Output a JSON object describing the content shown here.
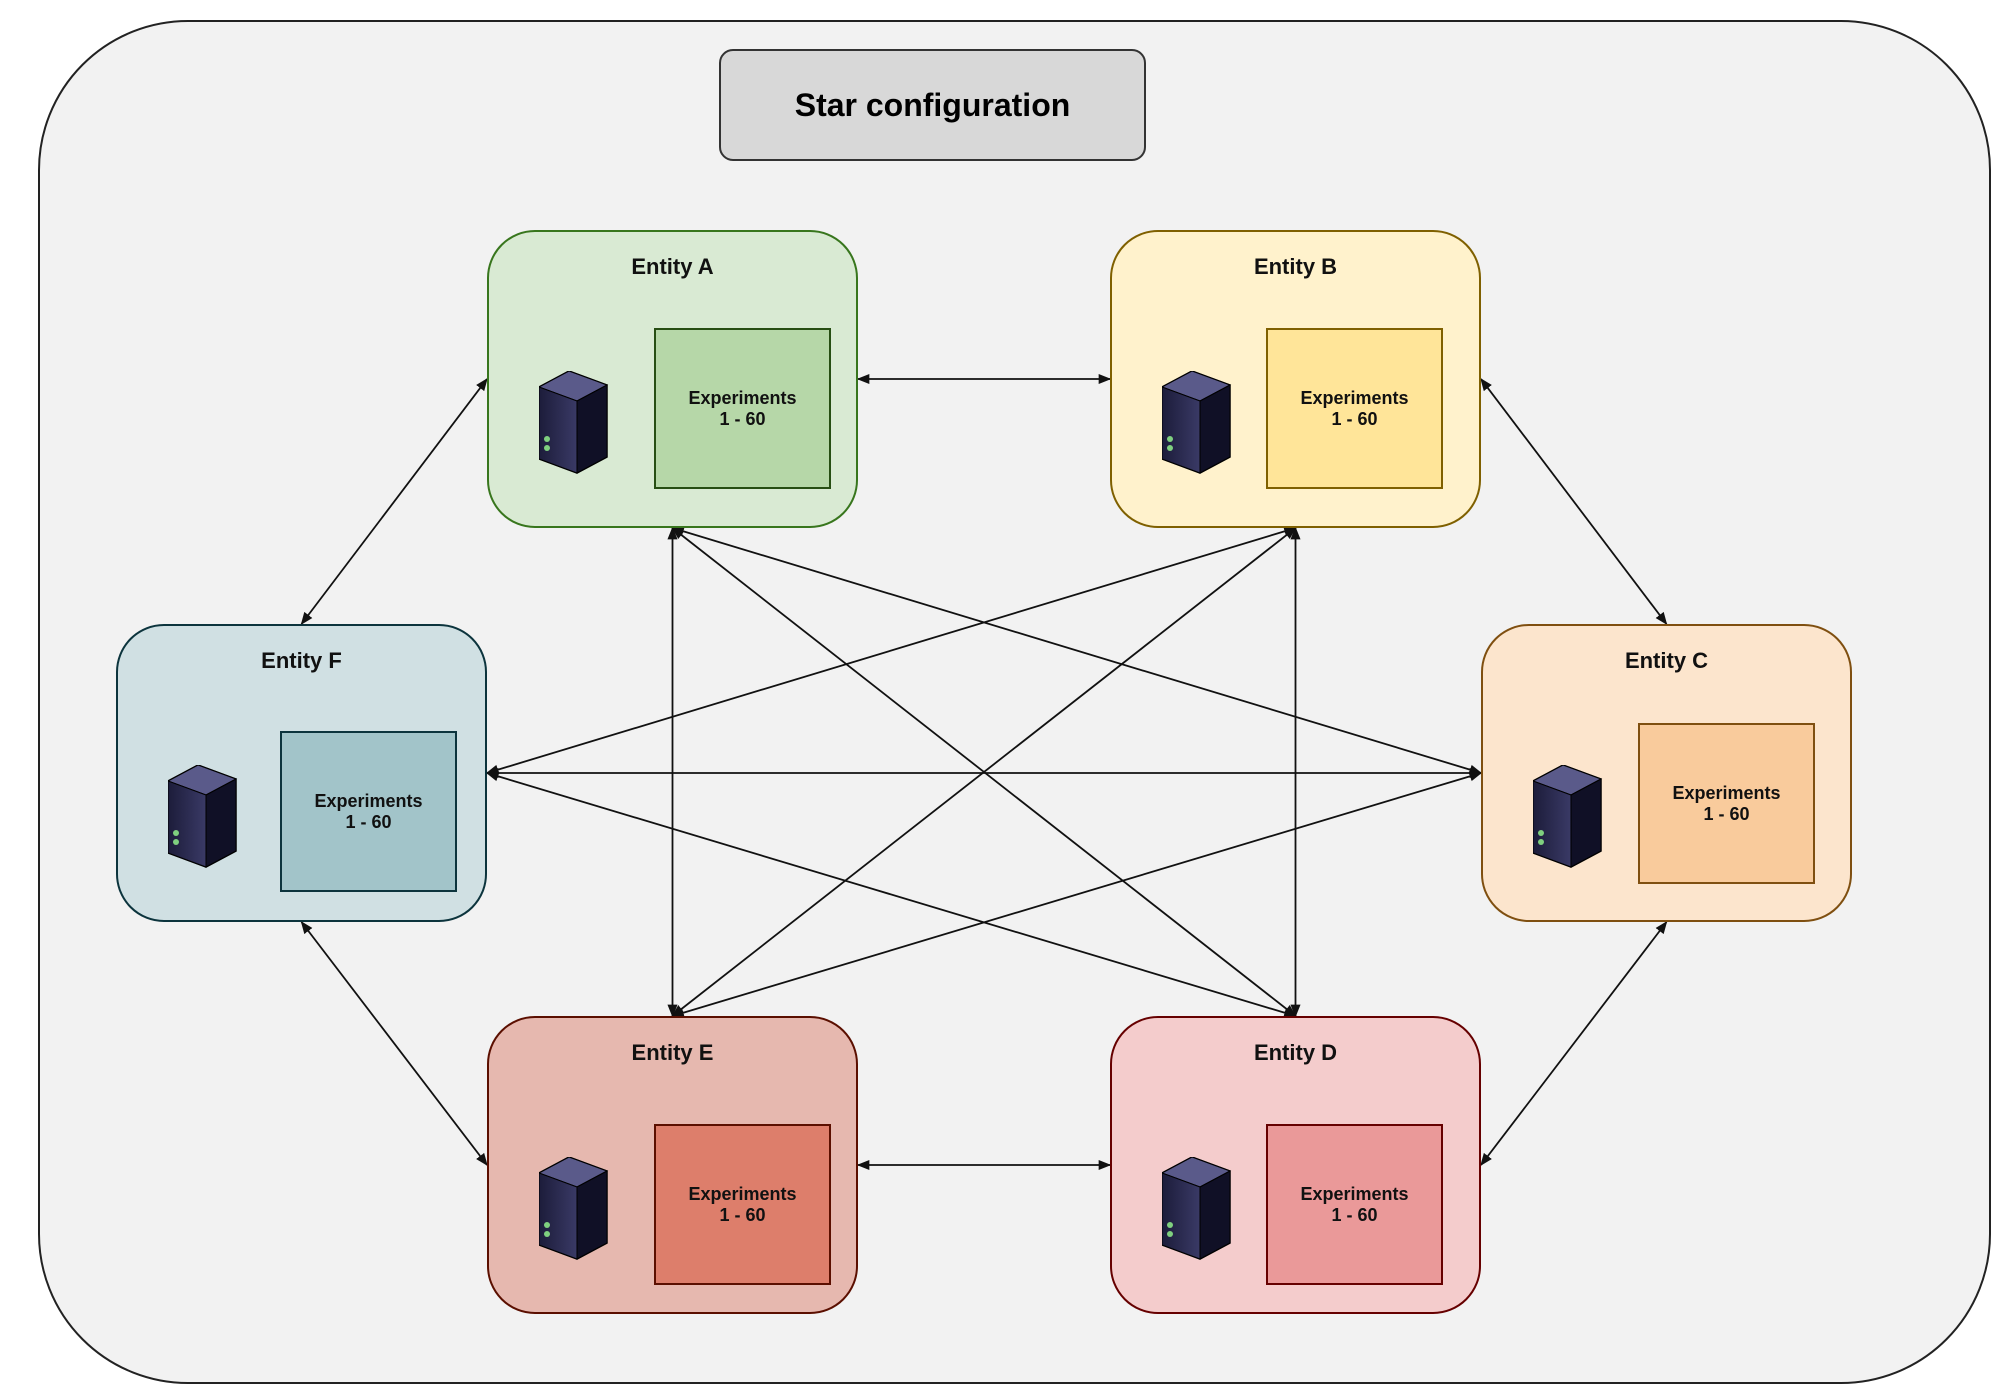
{
  "title": "Star configuration",
  "entities": [
    {
      "id": "A",
      "label": "Entity A",
      "experiments_line1": "Experiments",
      "experiments_line2": "1 - 60",
      "fill": "#d9ead3",
      "border": "#38761d",
      "exp_fill": "#b6d7a8",
      "exp_border": "#274e13"
    },
    {
      "id": "B",
      "label": "Entity B",
      "experiments_line1": "Experiments",
      "experiments_line2": "1 - 60",
      "fill": "#fff2cc",
      "border": "#7f6000",
      "exp_fill": "#ffe599",
      "exp_border": "#7f6000"
    },
    {
      "id": "C",
      "label": "Entity C",
      "experiments_line1": "Experiments",
      "experiments_line2": "1 - 60",
      "fill": "#fce5cd",
      "border": "#7f4f10",
      "exp_fill": "#f9cb9c",
      "exp_border": "#7f4f10"
    },
    {
      "id": "D",
      "label": "Entity D",
      "experiments_line1": "Experiments",
      "experiments_line2": "1 - 60",
      "fill": "#f4cccc",
      "border": "#660000",
      "exp_fill": "#ea9999",
      "exp_border": "#660000"
    },
    {
      "id": "E",
      "label": "Entity E",
      "experiments_line1": "Experiments",
      "experiments_line2": "1 - 60",
      "fill": "#e6b8af",
      "border": "#5b0f00",
      "exp_fill": "#dd7e6b",
      "exp_border": "#5b0f00"
    },
    {
      "id": "F",
      "label": "Entity F",
      "experiments_line1": "Experiments",
      "experiments_line2": "1 - 60",
      "fill": "#d0e0e3",
      "border": "#0c343d",
      "exp_fill": "#a2c4c9",
      "exp_border": "#0c343d"
    }
  ],
  "connections": [
    [
      "A",
      "B"
    ],
    [
      "B",
      "C"
    ],
    [
      "C",
      "D"
    ],
    [
      "D",
      "E"
    ],
    [
      "E",
      "F"
    ],
    [
      "F",
      "A"
    ],
    [
      "A",
      "E"
    ],
    [
      "A",
      "D"
    ],
    [
      "A",
      "C"
    ],
    [
      "B",
      "F"
    ],
    [
      "B",
      "E"
    ],
    [
      "B",
      "D"
    ],
    [
      "F",
      "C"
    ],
    [
      "F",
      "D"
    ],
    [
      "E",
      "C"
    ]
  ],
  "server_icon": "server-tower-icon",
  "connector_color": "#111111"
}
